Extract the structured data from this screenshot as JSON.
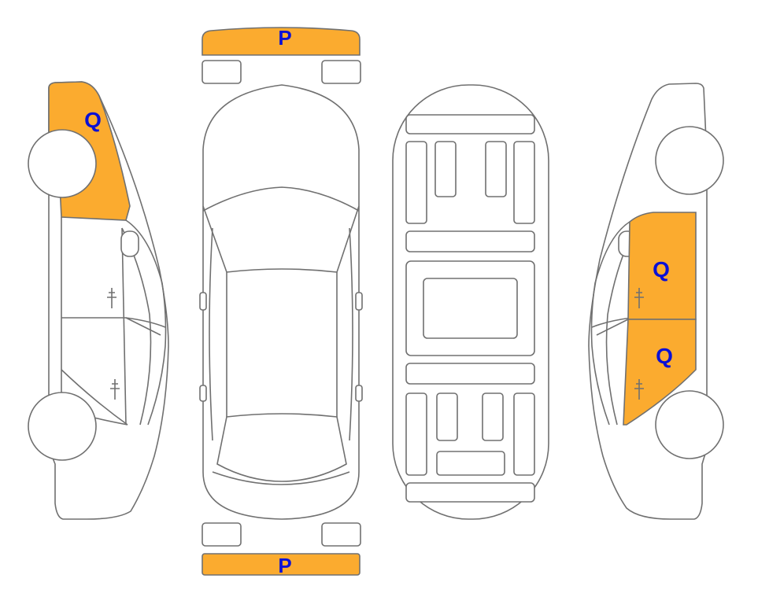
{
  "diagram": {
    "highlight_color": "#fbab2f",
    "label_color": "#0a10d6",
    "outline_color": "#707070",
    "labels": {
      "front_bumper": "P",
      "rear_bumper": "P",
      "left_rear_quarter": "Q",
      "right_front_door": "Q",
      "right_rear_door": "Q"
    }
  }
}
